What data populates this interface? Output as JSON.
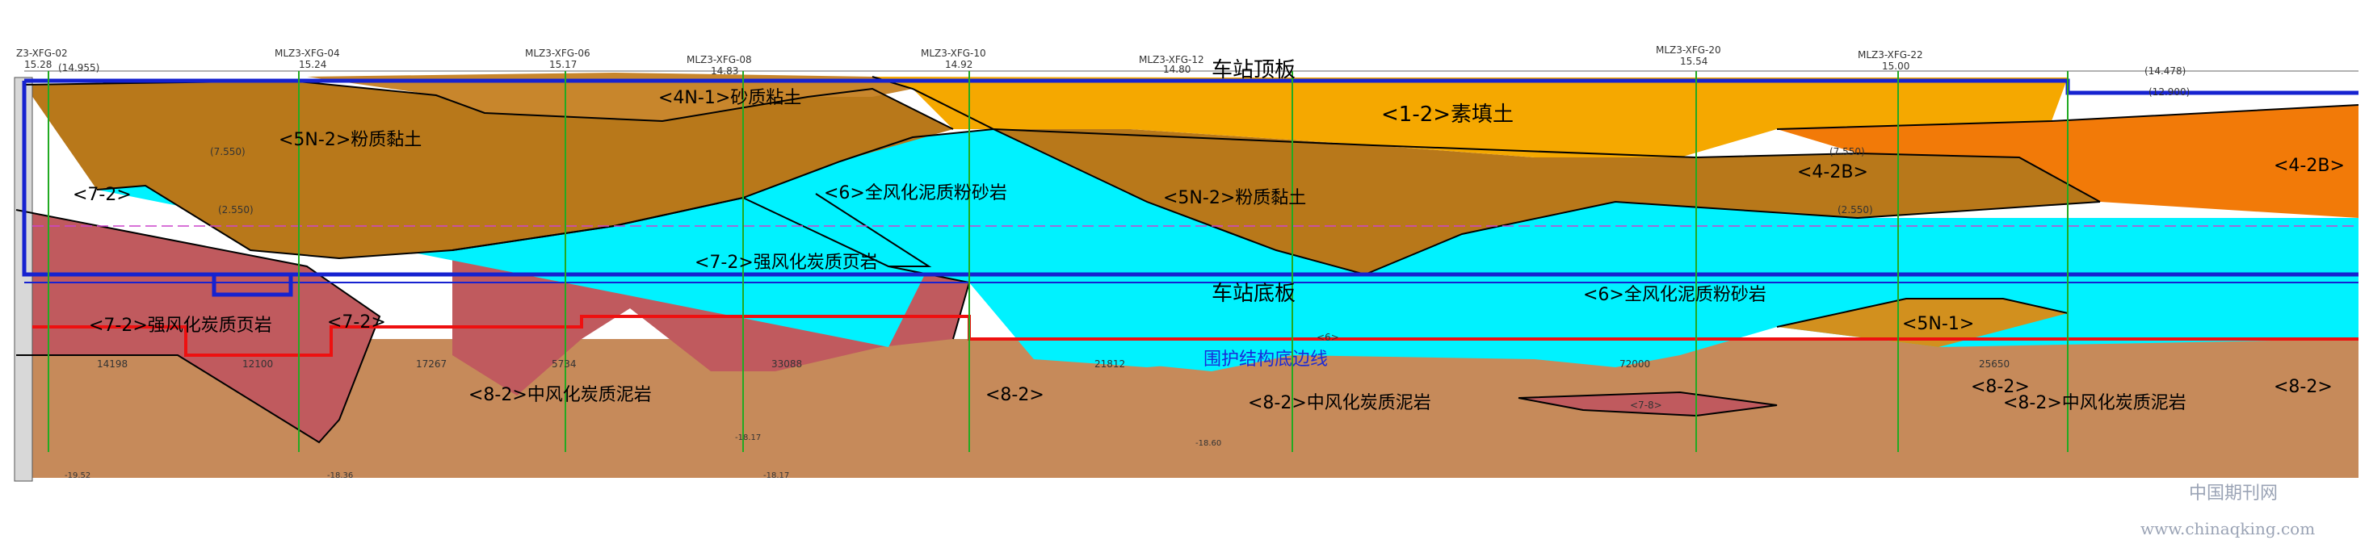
{
  "boreholes": [
    {
      "id": "Z3-XFG-02",
      "elev": "15.28"
    },
    {
      "id": "MLZ3-XFG-04",
      "elev": "15.24"
    },
    {
      "id": "MLZ3-XFG-06",
      "elev": "15.17"
    },
    {
      "id": "MLZ3-XFG-08",
      "elev": "14.83"
    },
    {
      "id": "MLZ3-XFG-10",
      "elev": "14.92"
    },
    {
      "id": "MLZ3-XFG-12",
      "elev": "14.80"
    },
    {
      "id": "MLZ3-XFG-20",
      "elev": "15.54"
    },
    {
      "id": "MLZ3-XFG-22",
      "elev": "15.00"
    }
  ],
  "levels": [
    "(14.955)",
    "(14.478)",
    "(12.900)",
    "(7.550)",
    "(7.550)",
    "(2.550)",
    "(2.550)",
    "-18.17",
    "-18.17",
    "-18.60",
    "-19.52",
    "-18.36"
  ],
  "dims": [
    "14198",
    "12100",
    "17267",
    "5734",
    "33088",
    "21812",
    "72000",
    "25650"
  ],
  "station": {
    "top": "车站顶板",
    "bottom": "车站底板",
    "enclosure_bottom": "围护结构底边线"
  },
  "layers": {
    "l_4n1": "<4N-1>砂质粘土",
    "l_12": "<1-2>素填土",
    "l_5n2": "<5N-2>粉质黏土",
    "l_6": "<6>全风化泥质粉砂岩",
    "l_6_short": "<6>",
    "l_42b_short": "<4-2B>",
    "l_42b_cut": "<4-2B>",
    "l_72": "<7-2>强风化炭质页岩",
    "l_72_short": "<7-2>",
    "l_5n1": "<5N-1>",
    "l_82": "<8-2>中风化炭质泥岩",
    "l_82_short": "<8-2>",
    "l_78": "<7-8>"
  },
  "colors": {
    "layer_1_2": "#f5a800",
    "layer_4_2b": "#f27a08",
    "layer_4n_1": "#c8862c",
    "layer_5n_2": "#b8781a",
    "layer_6": "#00f2ff",
    "layer_7_2": "#c05a5e",
    "layer_8_2": "#c68a5a",
    "station_outline": "#1622d0",
    "excavation_line": "#ee1010"
  },
  "watermark": {
    "cn": "中国期刊网",
    "url": "www.chinaqking.com"
  }
}
